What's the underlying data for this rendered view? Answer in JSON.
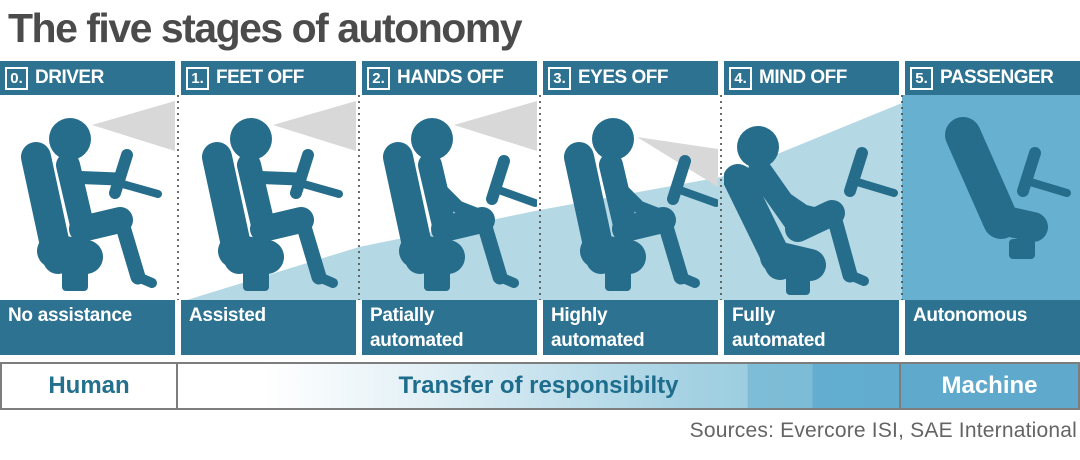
{
  "title": "The five stages of autonomy",
  "stages": [
    {
      "number": "0.",
      "header": "DRIVER",
      "caption_lines": [
        "No assistance"
      ]
    },
    {
      "number": "1.",
      "header": "FEET OFF",
      "caption_lines": [
        "Assisted"
      ]
    },
    {
      "number": "2.",
      "header": "HANDS OFF",
      "caption_lines": [
        "Patially",
        "automated"
      ]
    },
    {
      "number": "3.",
      "header": "EYES OFF",
      "caption_lines": [
        "Highly",
        "automated"
      ]
    },
    {
      "number": "4.",
      "header": "MIND OFF",
      "caption_lines": [
        "Fully",
        "automated"
      ]
    },
    {
      "number": "5.",
      "header": "PASSENGER",
      "caption_lines": [
        "Autonomous"
      ]
    }
  ],
  "responsibility_bar": {
    "left": "Human",
    "center": "Transfer of responsibilty",
    "right": "Machine"
  },
  "source": "Sources: Evercore ISI, SAE International",
  "colors": {
    "header_teal": "#2d7290",
    "figure_teal": "#266d8b",
    "wedge_blue": "#b5d8e5",
    "passenger_blue": "#68b0d0",
    "machine_blue": "#5fa9cc",
    "vision_cone_gray": "#d8d8d8",
    "title_gray": "#4b4b4b"
  }
}
